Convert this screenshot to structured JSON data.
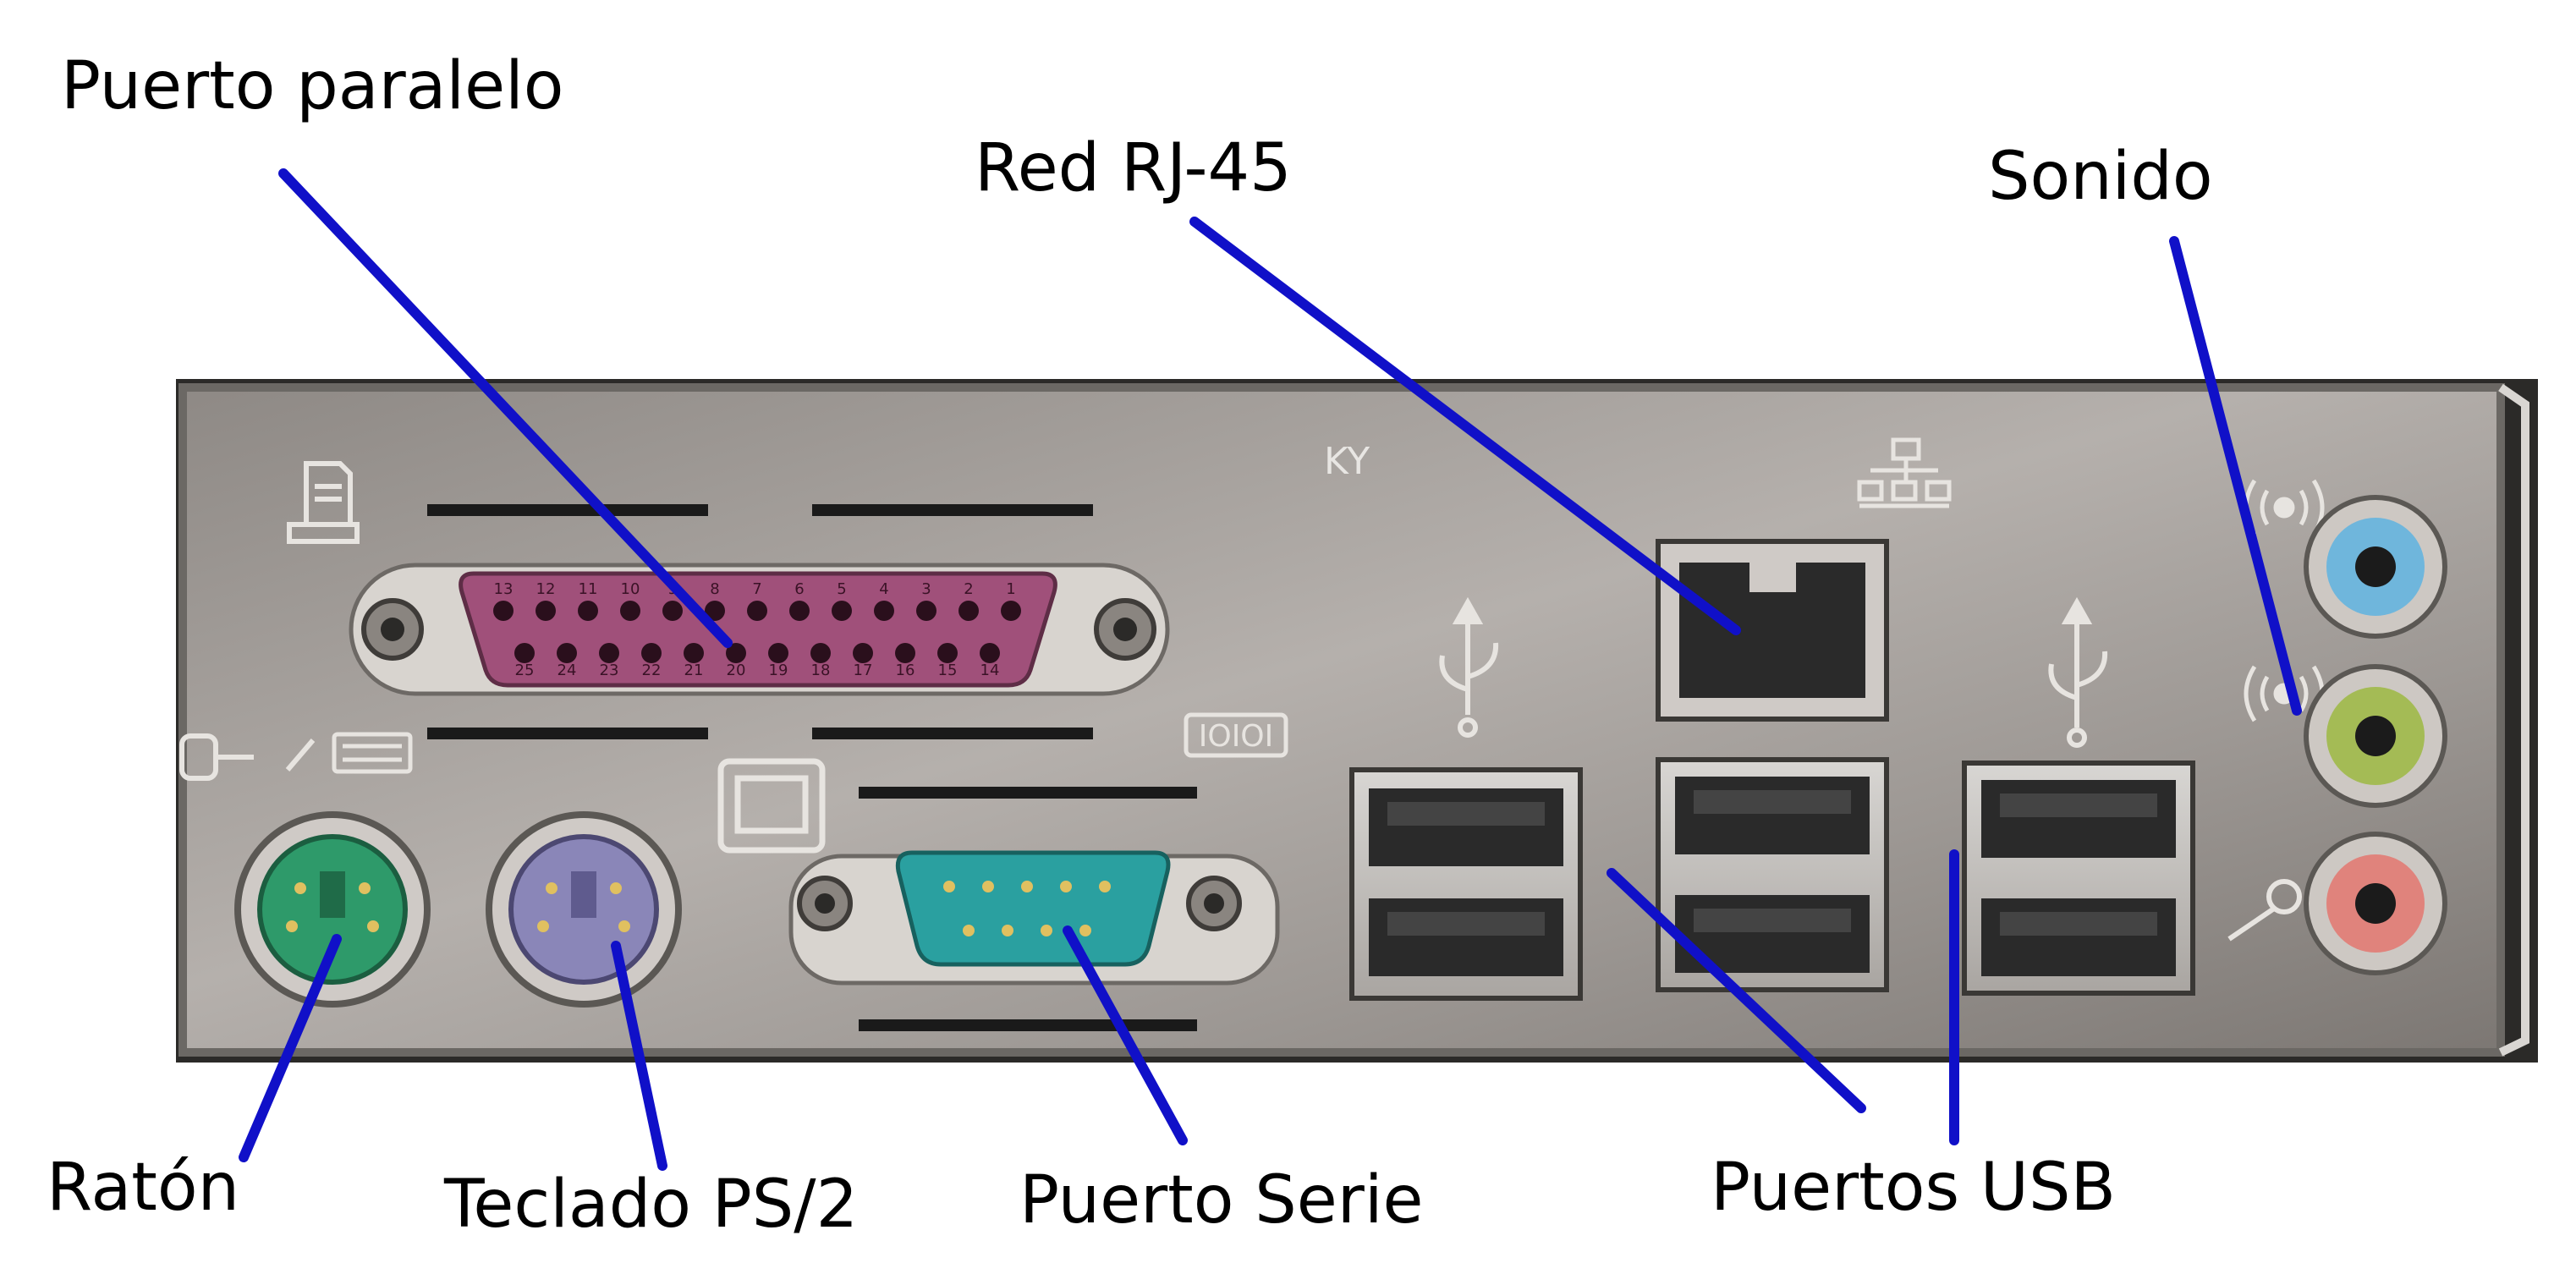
{
  "labels": {
    "parallel": "Puerto paralelo",
    "rj45": "Red RJ-45",
    "sound": "Sonido",
    "mouse": "Ratón",
    "keyboard": "Teclado PS/2",
    "serial": "Puerto Serie",
    "usb": "Puertos USB"
  },
  "plate_marks": {
    "ky": "KY",
    "serial_icon": "IOIOI"
  },
  "parallel_pins_top": [
    "13",
    "12",
    "11",
    "10",
    "9",
    "8",
    "7",
    "6",
    "5",
    "4",
    "3",
    "2",
    "1"
  ],
  "parallel_pins_bottom": [
    "25",
    "24",
    "23",
    "22",
    "21",
    "20",
    "19",
    "18",
    "17",
    "16",
    "15",
    "14"
  ],
  "colors": {
    "leader": "#1010c8",
    "plate": "#9a9592",
    "parallel_port": "#a0507a",
    "serial_port": "#2aa0a0",
    "mouse_port": "#2e9a6a",
    "keyboard_port": "#8a86b8",
    "audio_blue": "#6fb6dc",
    "audio_green": "#a4bb55",
    "audio_pink": "#e0837c"
  },
  "icons": [
    "printer-icon",
    "usb-icon",
    "network-icon",
    "audio-icon",
    "mouse-icon",
    "keyboard-icon",
    "monitor-icon"
  ]
}
